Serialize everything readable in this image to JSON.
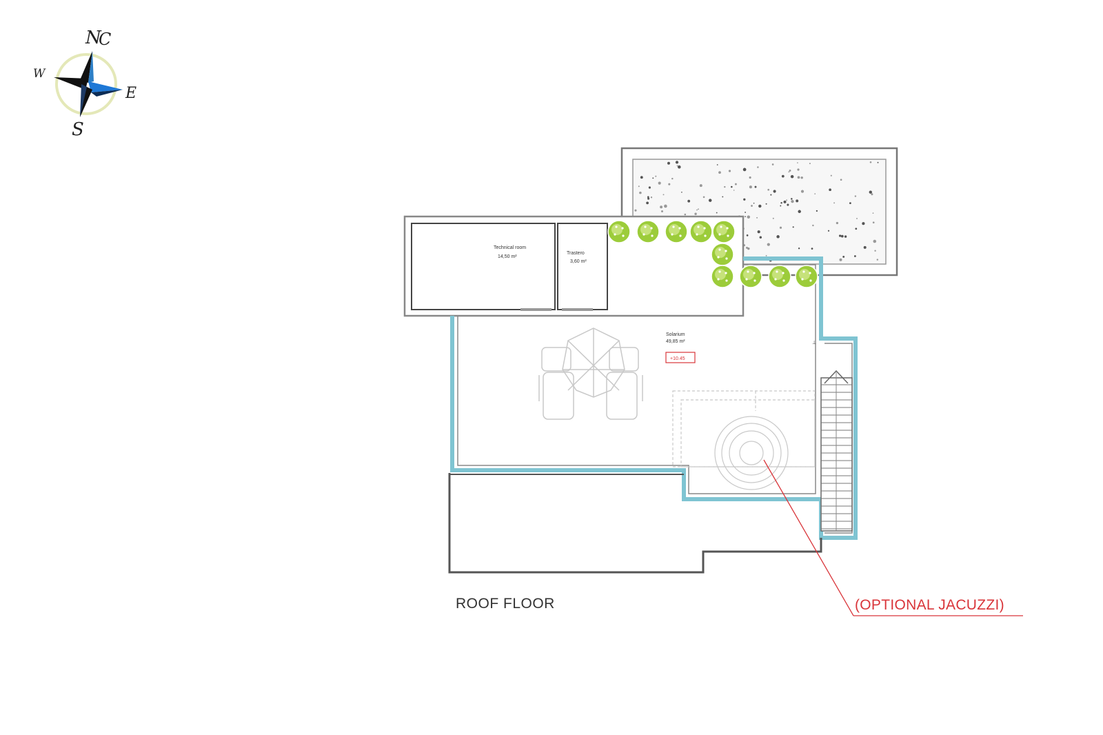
{
  "compass": {
    "north": "N",
    "north_suffix": "C",
    "south": "S",
    "east": "E",
    "west": "W"
  },
  "rooms": {
    "technical_room": {
      "name": "Technical room",
      "area": "14,50 m²"
    },
    "small_room": {
      "name": "Trastero",
      "area": "3,60 m²"
    },
    "solarium": {
      "name": "Solarium",
      "area": "49,85 m²"
    }
  },
  "level_marker": "+10.45",
  "plan_title": "ROOF FLOOR",
  "callout": "(OPTIONAL JACUZZI)",
  "colors": {
    "wall": "#555555",
    "parapet": "#7fc4d2",
    "plant": "#9ccc3a",
    "callout": "#d9353a",
    "compass_blue": "#1e78d6",
    "compass_ring": "#e4e8b8",
    "furniture": "#c8c8c8"
  }
}
